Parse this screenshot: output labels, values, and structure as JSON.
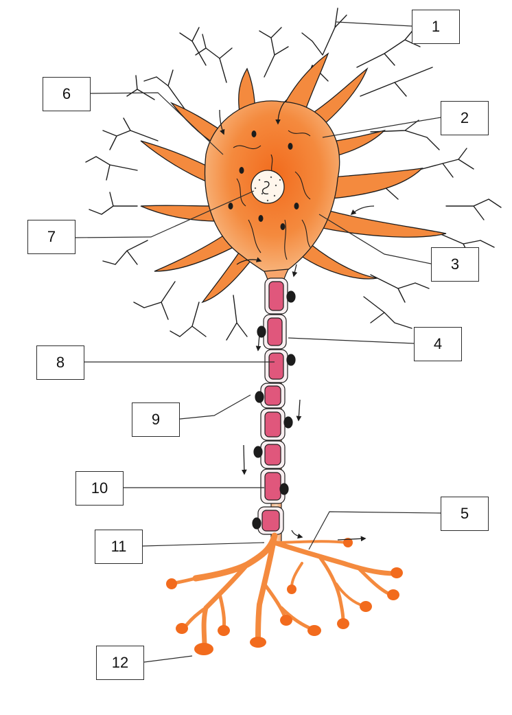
{
  "colors": {
    "cytoplasm": "#f07a2a",
    "cytoplasm_light": "#f8b27a",
    "cytoplasm_pale": "#fbd4ae",
    "myelin": "#e0577c",
    "outline": "#1c1c1c"
  },
  "labels": [
    {
      "id": "1",
      "text": "1"
    },
    {
      "id": "2",
      "text": "2"
    },
    {
      "id": "3",
      "text": "3"
    },
    {
      "id": "4",
      "text": "4"
    },
    {
      "id": "5",
      "text": "5"
    },
    {
      "id": "6",
      "text": "6"
    },
    {
      "id": "7",
      "text": "7"
    },
    {
      "id": "8",
      "text": "8"
    },
    {
      "id": "9",
      "text": "9"
    },
    {
      "id": "10",
      "text": "10"
    },
    {
      "id": "11",
      "text": "11"
    },
    {
      "id": "12",
      "text": "12"
    }
  ]
}
